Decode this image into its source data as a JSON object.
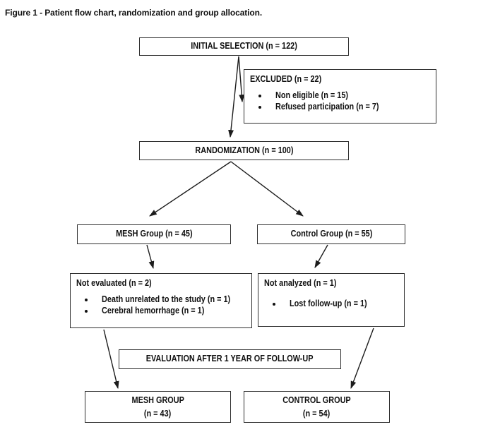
{
  "figure": {
    "title": "Figure 1 - Patient flow chart, randomization and group allocation."
  },
  "nodes": {
    "initial_selection": {
      "label": "INITIAL SELECTION (n = 122)"
    },
    "excluded": {
      "heading": "EXCLUDED (n = 22)",
      "items": [
        "Non eligible (n = 15)",
        "Refused participation (n = 7)"
      ]
    },
    "randomization": {
      "label": "RANDOMIZATION (n = 100)"
    },
    "mesh_group": {
      "label": "MESH Group (n = 45)"
    },
    "control_group": {
      "label": "Control Group (n = 55)"
    },
    "not_evaluated": {
      "heading": "Not evaluated (n = 2)",
      "items": [
        "Death unrelated to the study (n = 1)",
        "Cerebral hemorrhage (n = 1)"
      ]
    },
    "not_analyzed": {
      "heading": "Not analyzed (n = 1)",
      "items": [
        "Lost follow-up (n = 1)"
      ]
    },
    "evaluation": {
      "label": "EVALUATION AFTER 1 YEAR OF FOLLOW-UP"
    },
    "mesh_final": {
      "line1": "MESH GROUP",
      "line2": "(n = 43)"
    },
    "control_final": {
      "line1": "CONTROL GROUP",
      "line2": "(n = 54)"
    }
  },
  "colors": {
    "border": "#2f2f2f",
    "text": "#101010",
    "arrow": "#1c1c1c",
    "background": "#ffffff"
  }
}
